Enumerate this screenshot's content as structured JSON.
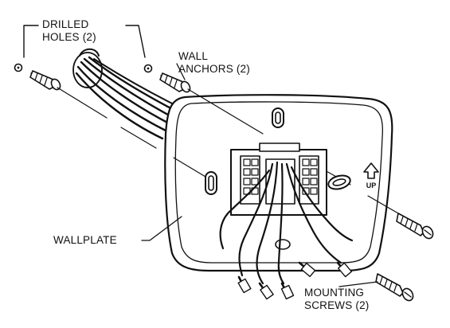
{
  "labels": {
    "drilled_holes": {
      "line1": "DRILLED",
      "line2": "HOLES (2)"
    },
    "wall_anchors": {
      "line1": "WALL",
      "line2": "ANCHORS (2)"
    },
    "wallplate": "WALLPLATE",
    "mounting_screws": {
      "line1": "MOUNTING",
      "line2": "SCREWS (2)"
    },
    "up_marker": "UP"
  },
  "colors": {
    "ink": "#111111",
    "paper": "#ffffff"
  }
}
